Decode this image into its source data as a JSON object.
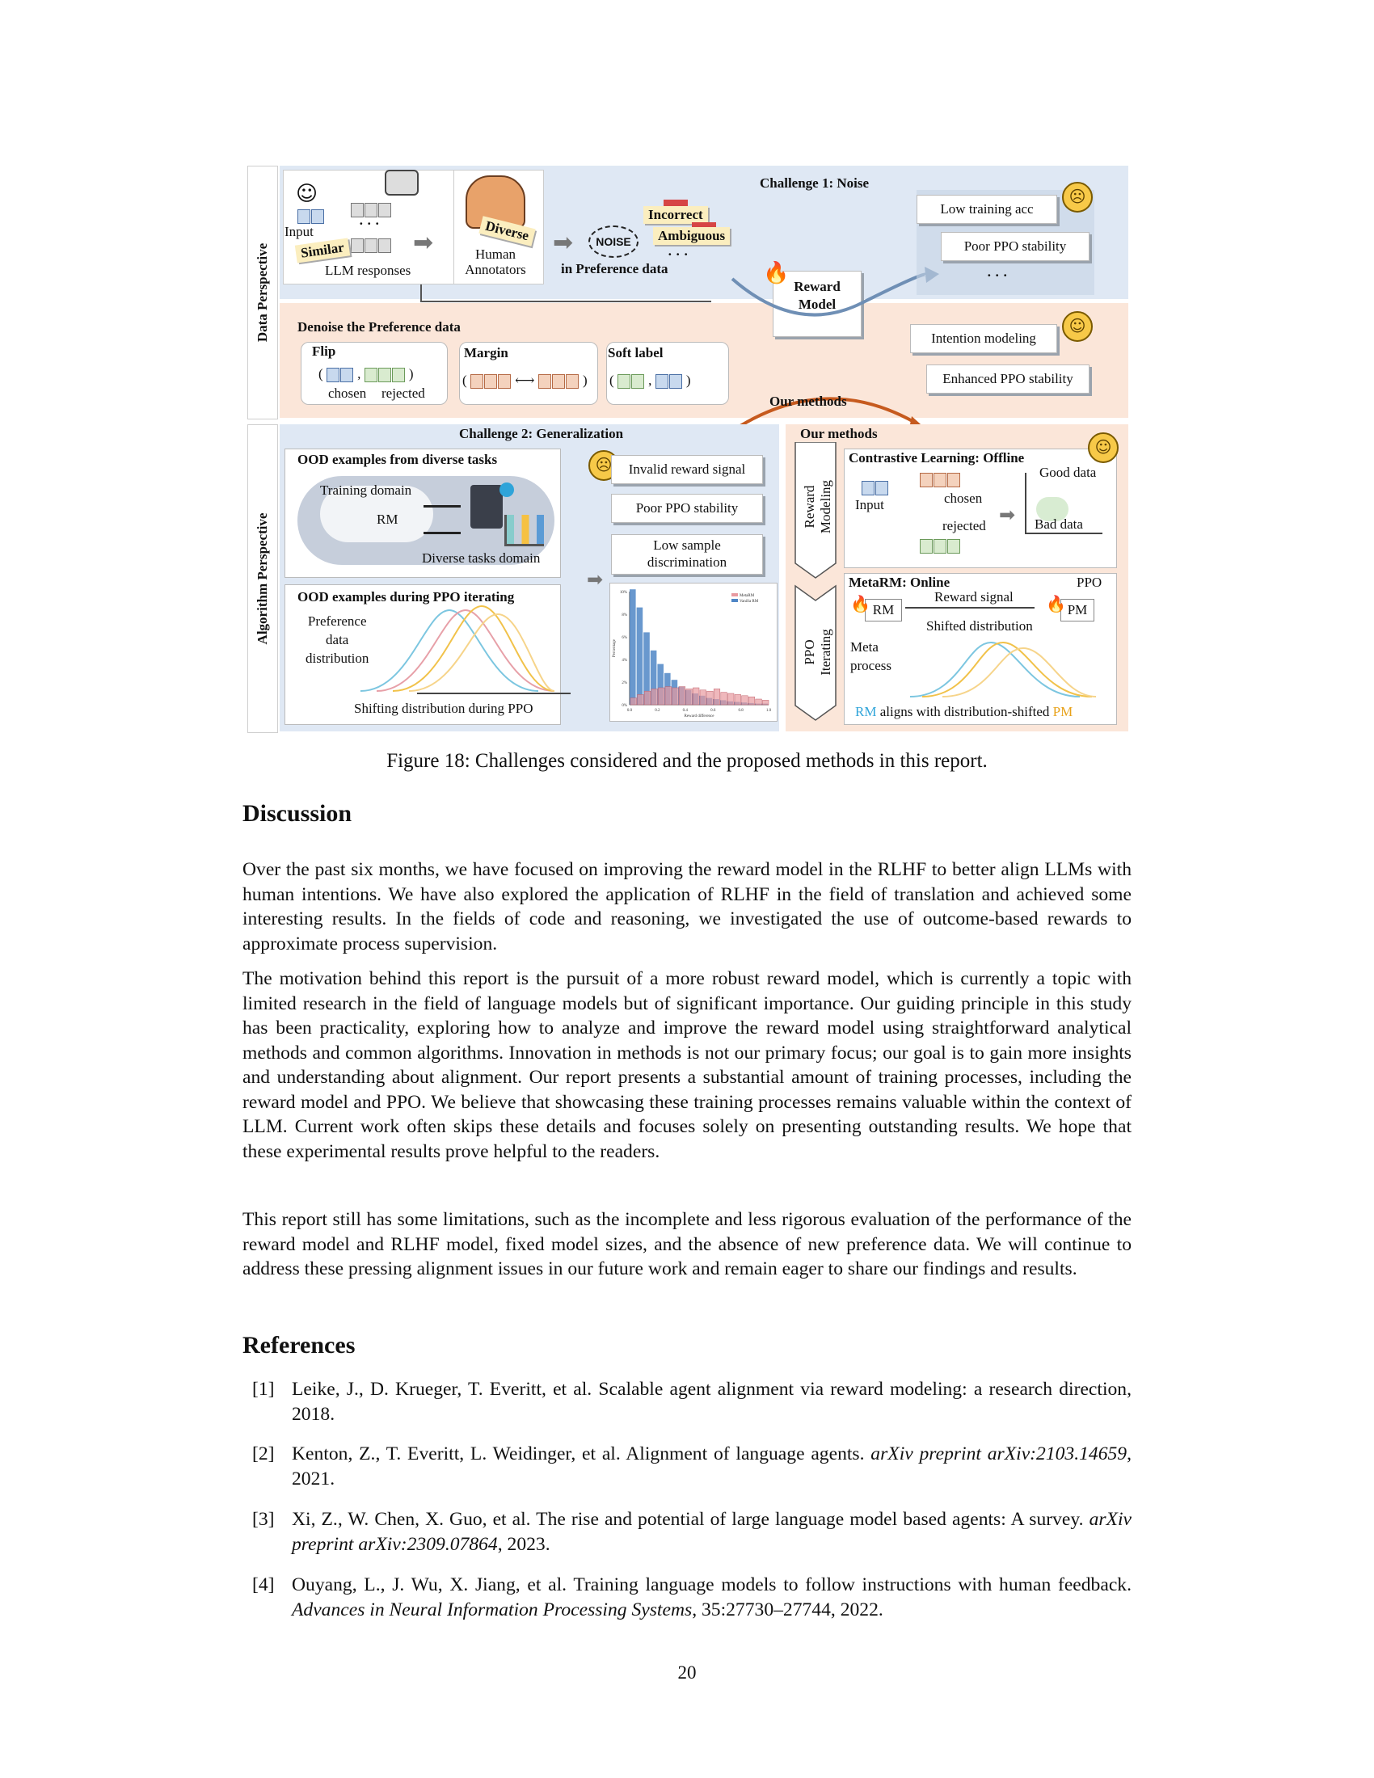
{
  "figure": {
    "data_perspective_label": "Data Perspective",
    "algorithm_perspective_label": "Algorithm Perspective",
    "challenge1_title": "Challenge 1: Noise",
    "input_label": "Input",
    "similar_tag": "Similar",
    "llm_responses": "LLM responses",
    "human_annotators": "Human\nAnnotators",
    "diverse_tag": "Diverse",
    "noise_badge": "NOISE",
    "incorrect_tag": "Incorrect",
    "ambiguous_tag": "Ambiguous",
    "in_preference_data": "in Preference data",
    "ellipsis": "· · ·",
    "reward_model_box": "Reward\nModel",
    "low_training_acc": "Low training acc",
    "poor_ppo_stability": "Poor PPO stability",
    "denoise_title": "Denoise the Preference data",
    "flip_label": "Flip",
    "chosen_label": "chosen",
    "rejected_label": "rejected",
    "margin_label": "Margin",
    "soft_label": "Soft label",
    "intention_modeling": "Intention modeling",
    "enhanced_ppo_stability": "Enhanced PPO stability",
    "our_methods_1": "Our methods",
    "challenge2_title": "Challenge 2: Generalization",
    "ood_diverse_title": "OOD examples from diverse tasks",
    "training_domain": "Training domain",
    "rm_label": "RM",
    "diverse_tasks_domain": "Diverse tasks domain",
    "invalid_reward_signal": "Invalid reward signal",
    "poor_ppo_stability_2": "Poor PPO stability",
    "low_sample_discrimination": "Low sample\ndiscrimination",
    "ood_ppo_title": "OOD examples during PPO iterating",
    "preference_data_distribution": "Preference\ndata\ndistribution",
    "shifting_distribution": "Shifting distribution during PPO",
    "our_methods_2": "Our methods",
    "reward_modeling_label": "Reward\nModeling",
    "ppo_iterating_label": "PPO\nIterating",
    "contrastive_title": "Contrastive Learning: Offline",
    "good_data": "Good data",
    "bad_data": "Bad data",
    "input_label_2": "Input",
    "chosen_label_2": "chosen",
    "rejected_label_2": "rejected",
    "metarm_title": "MetaRM: Online",
    "ppo_label": "PPO",
    "reward_signal": "Reward signal",
    "rm_label_2": "RM",
    "pm_label": "PM",
    "shifted_distribution": "Shifted distribution",
    "meta_process": "Meta\nprocess",
    "aligns_rm": "RM",
    "aligns_mid": " aligns with distribution-shifted ",
    "aligns_pm": "PM",
    "hist_legend_1": "MetaRM",
    "hist_legend_2": "Vanilla RM",
    "hist_xlabel": "Reward difference",
    "hist_ylabel": "Percentage",
    "hist_yticks": [
      "0%",
      "2%",
      "4%",
      "6%",
      "8%",
      "10%"
    ],
    "hist_xticks": [
      "0.0",
      "0.2",
      "0.4",
      "0.6",
      "0.8",
      "1.0"
    ]
  },
  "chart_data": {
    "type": "bar",
    "xlabel": "Reward difference",
    "ylabel": "Percentage",
    "ylim": [
      0,
      10
    ],
    "xlim": [
      0,
      1
    ],
    "series": [
      {
        "name": "Vanilla RM",
        "color": "#4f86c6",
        "values": [
          10.2,
          8.6,
          6.4,
          4.8,
          3.6,
          2.8,
          2.2,
          1.6,
          1.3,
          1.0,
          0.8,
          0.6,
          0.5,
          0.4,
          0.3,
          0.25,
          0.2,
          0.15,
          0.1,
          0.1
        ]
      },
      {
        "name": "MetaRM",
        "color": "#e89aa0",
        "values": [
          0.6,
          0.9,
          1.2,
          1.4,
          1.5,
          1.6,
          1.5,
          1.6,
          1.4,
          1.5,
          1.3,
          1.2,
          1.4,
          1.1,
          1.0,
          0.9,
          0.8,
          0.7,
          0.5,
          0.4
        ]
      }
    ],
    "bins": 20
  },
  "caption": "Figure 18: Challenges considered and the proposed methods in this report.",
  "discussion": {
    "heading": "Discussion",
    "p1": "Over the past six months, we have focused on improving the reward model in the RLHF to better align LLMs with human intentions. We have also explored the application of RLHF in the field of translation and achieved some interesting results. In the fields of code and reasoning, we investigated the use of outcome-based rewards to approximate process supervision.",
    "p2": "The motivation behind this report is the pursuit of a more robust reward model, which is currently a topic with limited research in the field of language models but of significant importance. Our guiding principle in this study has been practicality, exploring how to analyze and improve the reward model using straightforward analytical methods and common algorithms. Innovation in methods is not our primary focus; our goal is to gain more insights and understanding about alignment. Our report presents a substantial amount of training processes, including the reward model and PPO. We believe that showcasing these training processes remains valuable within the context of LLM. Current work often skips these details and focuses solely on presenting outstanding results. We hope that these experimental results prove helpful to the readers.",
    "p3": "This report still has some limitations, such as the incomplete and less rigorous evaluation of the performance of the reward model and RLHF model, fixed model sizes, and the absence of new preference data. We will continue to address these pressing alignment issues in our future work and remain eager to share our findings and results."
  },
  "references": {
    "heading": "References",
    "items": [
      {
        "num": "[1]",
        "text": "Leike, J., D. Krueger, T. Everitt, et al. Scalable agent alignment via reward modeling: a research direction, 2018.",
        "venue": ""
      },
      {
        "num": "[2]",
        "text": "Kenton, Z., T. Everitt, L. Weidinger, et al. Alignment of language agents. ",
        "venue": "arXiv preprint arXiv:2103.14659",
        "tail": ", 2021."
      },
      {
        "num": "[3]",
        "text": "Xi, Z., W. Chen, X. Guo, et al. The rise and potential of large language model based agents: A survey. ",
        "venue": "arXiv preprint arXiv:2309.07864",
        "tail": ", 2023."
      },
      {
        "num": "[4]",
        "text": "Ouyang, L., J. Wu, X. Jiang, et al. Training language models to follow instructions with human feedback. ",
        "venue": "Advances in Neural Information Processing Systems",
        "tail": ", 35:27730–27744, 2022."
      }
    ]
  },
  "page_number": "20"
}
